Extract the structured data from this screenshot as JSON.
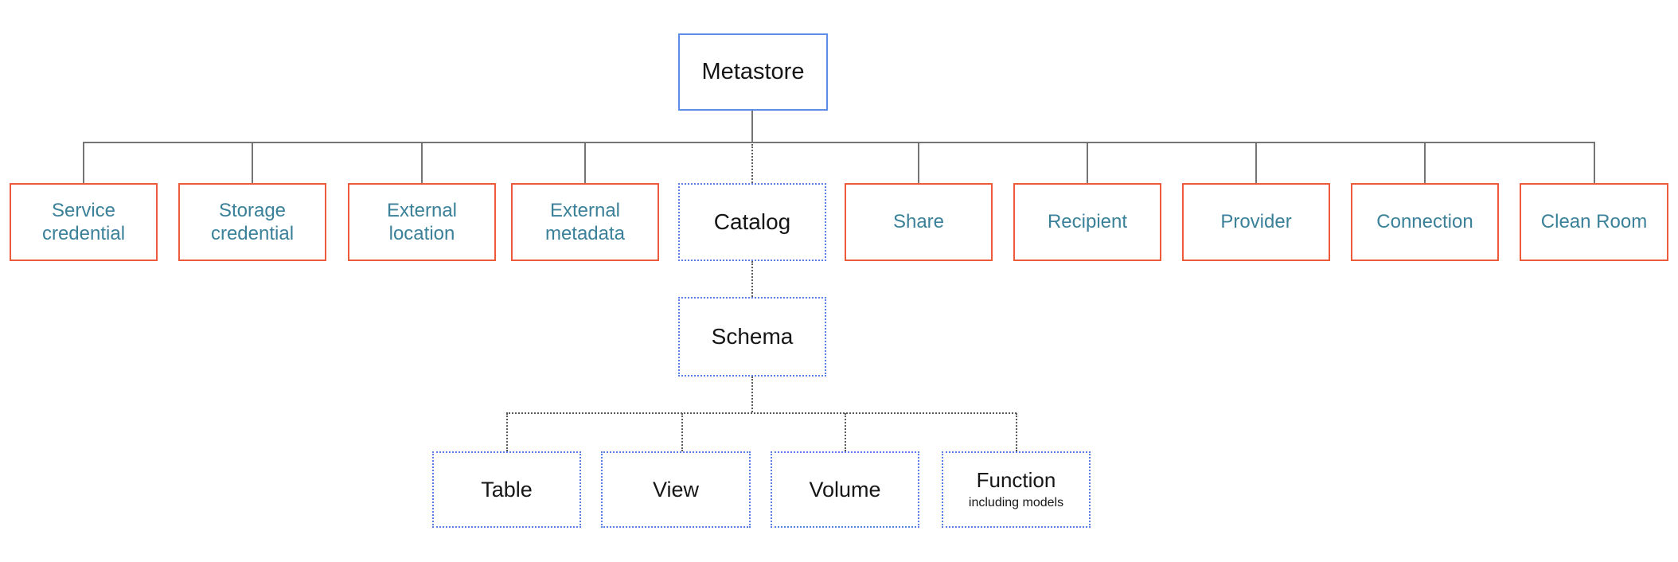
{
  "colors": {
    "solid_border_blue": "#5e8de9",
    "dotted_border_blue": "#5b7fe8",
    "red_border": "#ee5a3c",
    "teal_text": "#3a8199",
    "black_text": "#161616",
    "solid_line_gray": "#757575",
    "dotted_line_gray": "#5a5a5a"
  },
  "diagram": {
    "nodes": [
      {
        "id": "metastore",
        "label": "Metastore",
        "border": "solid-blue",
        "text": "black"
      },
      {
        "id": "service-credential",
        "label": "Service credential",
        "border": "red",
        "text": "teal"
      },
      {
        "id": "storage-credential",
        "label": "Storage credential",
        "border": "red",
        "text": "teal"
      },
      {
        "id": "external-location",
        "label": "External location",
        "border": "red",
        "text": "teal"
      },
      {
        "id": "external-metadata",
        "label": "External metadata",
        "border": "red",
        "text": "teal"
      },
      {
        "id": "catalog",
        "label": "Catalog",
        "border": "dotted-blue",
        "text": "black"
      },
      {
        "id": "share",
        "label": "Share",
        "border": "red",
        "text": "teal"
      },
      {
        "id": "recipient",
        "label": "Recipient",
        "border": "red",
        "text": "teal"
      },
      {
        "id": "provider",
        "label": "Provider",
        "border": "red",
        "text": "teal"
      },
      {
        "id": "connection",
        "label": "Connection",
        "border": "red",
        "text": "teal"
      },
      {
        "id": "clean-room",
        "label": "Clean Room",
        "border": "red",
        "text": "teal"
      },
      {
        "id": "schema",
        "label": "Schema",
        "border": "dotted-blue",
        "text": "black"
      },
      {
        "id": "table",
        "label": "Table",
        "border": "dotted-blue",
        "text": "black"
      },
      {
        "id": "view",
        "label": "View",
        "border": "dotted-blue",
        "text": "black"
      },
      {
        "id": "volume",
        "label": "Volume",
        "border": "dotted-blue",
        "text": "black"
      },
      {
        "id": "function",
        "label": "Function",
        "sublabel": "including models",
        "border": "dotted-blue",
        "text": "black"
      }
    ]
  }
}
